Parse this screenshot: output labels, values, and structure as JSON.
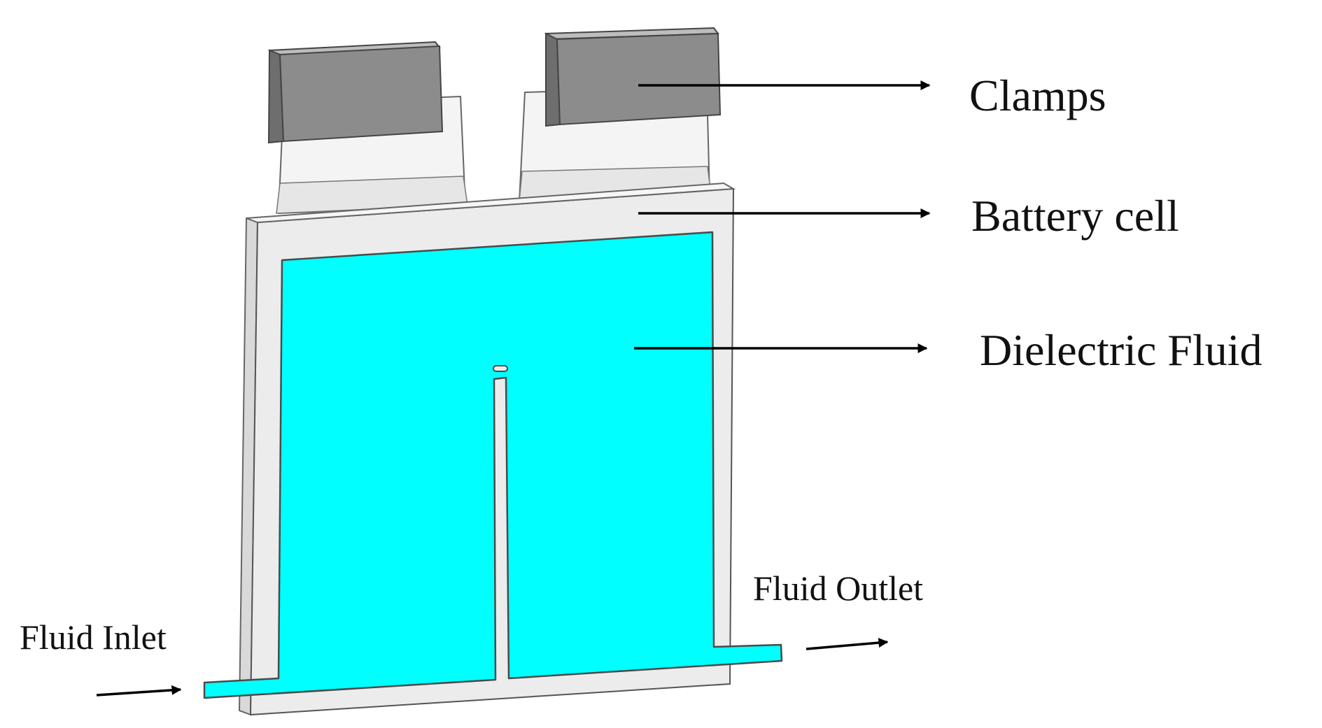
{
  "labels": {
    "clamps": "Clamps",
    "battery_cell": "Battery cell",
    "dielectric_fluid": "Dielectric Fluid",
    "fluid_outlet": "Fluid Outlet",
    "fluid_inlet": "Fluid Inlet"
  },
  "colors": {
    "fluid": "#00ffff",
    "clamp": "#8c8c8c",
    "cell": "#ececec",
    "outline": "#555555",
    "arrow": "#000000"
  }
}
